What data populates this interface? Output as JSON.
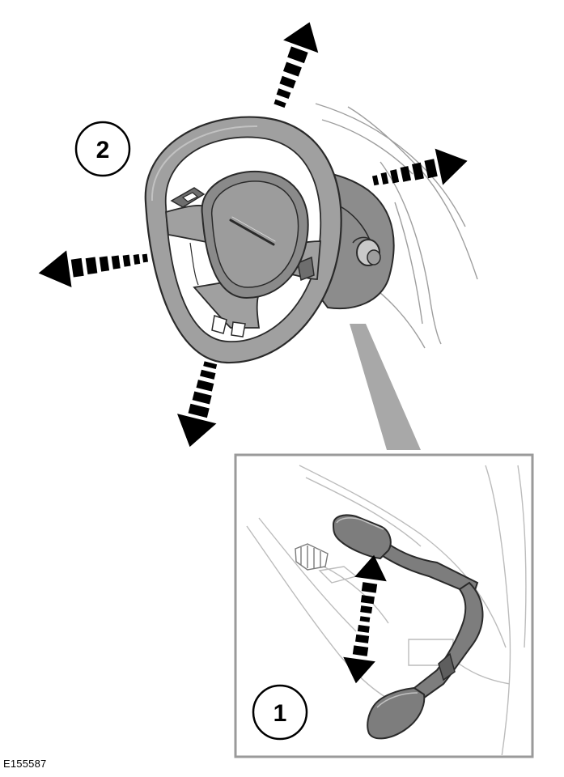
{
  "figure": {
    "reference_code": "E155587"
  },
  "callouts": [
    {
      "number": "1",
      "refers_to": "pedal-adjust-arrow"
    },
    {
      "number": "2",
      "refers_to": "steering-wheel-adjust-arrows"
    }
  ],
  "colors": {
    "line": "#2a2a2a",
    "light_line": "#bcbcbc",
    "wheel_fill": "#a0a0a0",
    "wheel_dark": "#6e6e6e",
    "pedal_fill": "#7d7d7d",
    "inset_border": "#9a9a9a",
    "arrow": "#000000"
  },
  "icons": [
    "adjust-arrow-up",
    "adjust-arrow-right",
    "adjust-arrow-left",
    "adjust-arrow-down",
    "pedal-adjust-arrow"
  ]
}
